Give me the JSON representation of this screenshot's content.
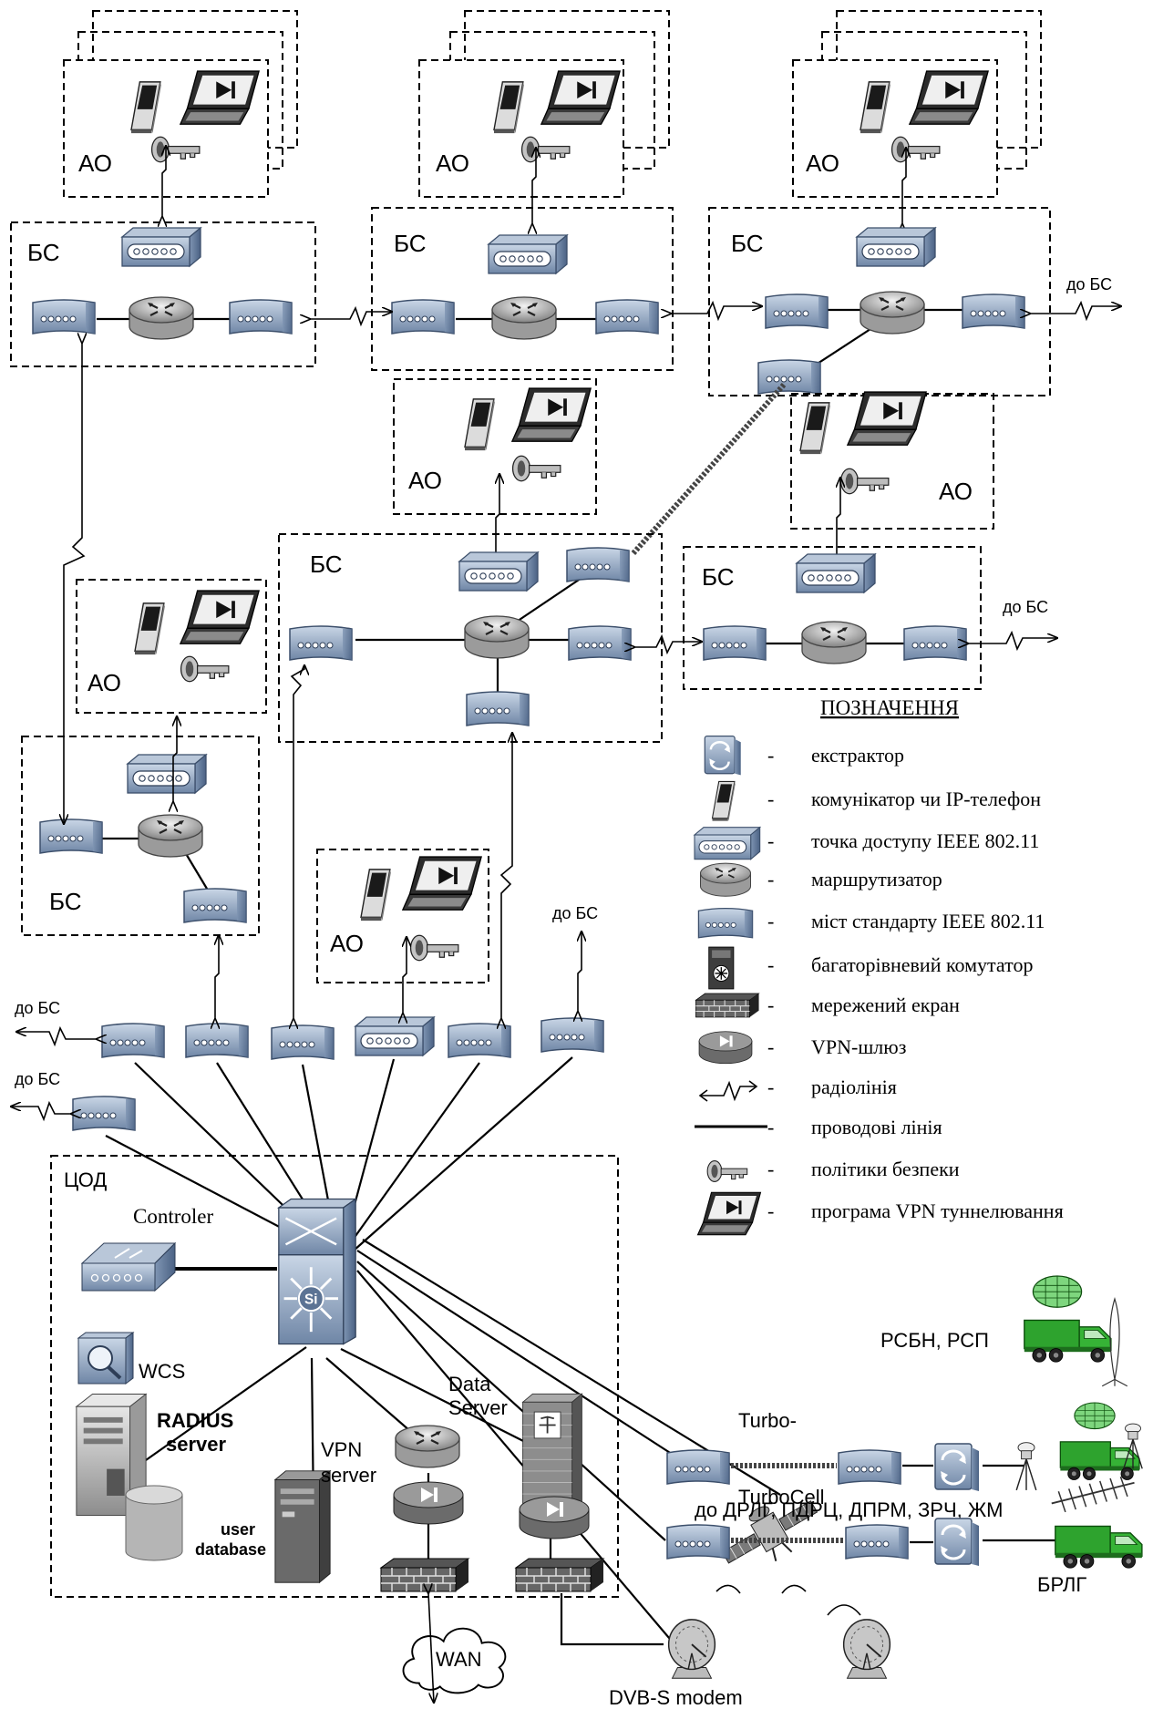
{
  "labels": {
    "ao": "АО",
    "bs": "БС",
    "to_bs": "до БС",
    "cod": "ЦОД"
  },
  "datacenter": {
    "controller": "Controler",
    "wcs": "WCS",
    "radius_1": "RADIUS",
    "radius_2": "server",
    "userdb_1": "user",
    "userdb_2": "database",
    "vpn_1": "VPN",
    "vpn_2": "server",
    "data_1": "Data",
    "data_2": "Server",
    "wan": "WAN"
  },
  "links": {
    "turbo": "Turbo-",
    "turbocell": "TurboCell",
    "rsbn": "РСБН,  РСП",
    "drlg": "до ДРЛГ, ПДРЦ, ДПРМ, ЗРЧ, ЖМ",
    "brlg": "БРЛГ",
    "dvbs": "DVB-S modem"
  },
  "legend": {
    "title": "ПОЗНАЧЕННЯ",
    "dash": "-",
    "items": [
      {
        "icon": "extractor-icon",
        "text": "екстрактор"
      },
      {
        "icon": "communicator-icon",
        "text": "комунікатор чи IP-телефон"
      },
      {
        "icon": "access-point-icon",
        "text": "точка доступу IEEE 802.11"
      },
      {
        "icon": "router-icon",
        "text": "маршрутизатор"
      },
      {
        "icon": "bridge-icon",
        "text": "міст стандарту IEEE 802.11"
      },
      {
        "icon": "multilayer-switch-icon",
        "text": "багаторівневий комутатор"
      },
      {
        "icon": "firewall-icon",
        "text": "мережений екран"
      },
      {
        "icon": "vpn-gateway-icon",
        "text": "VPN-шлюз"
      },
      {
        "icon": "radio-link-icon",
        "text": "радіолінія"
      },
      {
        "icon": "wired-line-icon",
        "text": "проводові лінія"
      },
      {
        "icon": "security-key-icon",
        "text": "політики безпеки"
      },
      {
        "icon": "vpn-laptop-icon",
        "text": "програма VPN туннелювання"
      }
    ]
  }
}
